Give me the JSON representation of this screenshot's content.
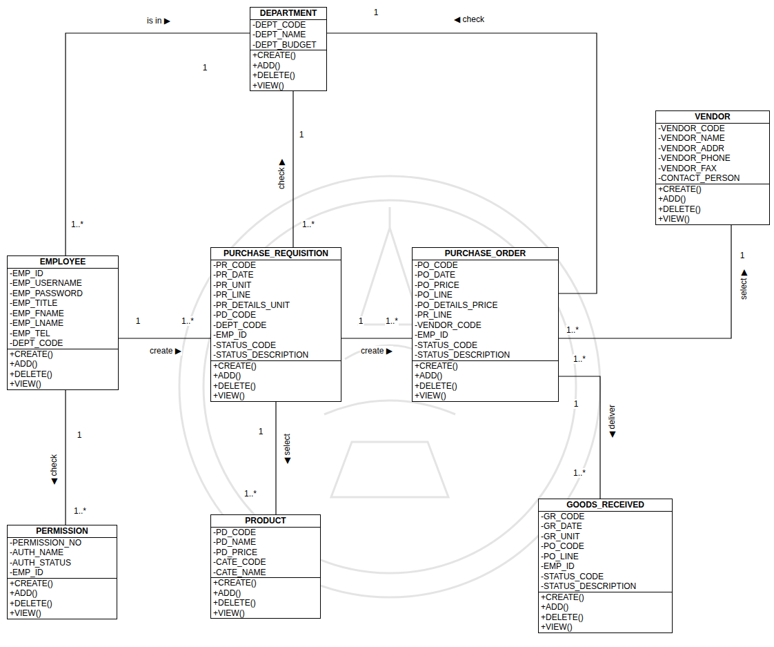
{
  "diagram": {
    "nodes": [
      {
        "text": [
          "DEPARTMENT",
          "-DEPT_CODE",
          "-DEPT_NAME",
          "-DEPT_BUDGET",
          "+CREATE()",
          "+ADD()",
          "+DELETE()",
          "+VIEW()"
        ]
      },
      {
        "text": [
          "VENDOR",
          "-VENDOR_CODE",
          "-VENDOR_NAME",
          "-VENDOR_ADDR",
          "-VENDOR_PHONE",
          "-VENDOR_FAX",
          "-CONTACT_PERSON",
          "+CREATE()",
          "+ADD()",
          "+DELETE()",
          "+VIEW()"
        ]
      },
      {
        "text": [
          "EMPLOYEE",
          "-EMP_ID",
          "-EMP_USERNAME",
          "-EMP_PASSWORD",
          "-EMP_TITLE",
          "-EMP_FNAME",
          "-EMP_LNAME",
          "-EMP_TEL",
          "-DEPT_CODE",
          "+CREATE()",
          "+ADD()",
          "+DELETE()",
          "+VIEW()"
        ]
      },
      {
        "text": [
          "PURCHASE_REQUISITION",
          "-PR_CODE",
          "-PR_DATE",
          "-PR_UNIT",
          "-PR_LINE",
          "-PR_DETAILS_UNIT",
          "-PD_CODE",
          "-DEPT_CODE",
          "-EMP_ID",
          "-STATUS_CODE",
          "-STATUS_DESCRIPTION",
          "+CREATE()",
          "+ADD()",
          "+DELETE()",
          "+VIEW()"
        ]
      },
      {
        "text": [
          "PURCHASE_ORDER",
          "-PO_CODE",
          "-PO_DATE",
          "-PO_PRICE",
          "-PO_LINE",
          "-PO_DETAILS_PRICE",
          "-PR_LINE",
          "-VENDOR_CODE",
          "-EMP_ID",
          "-STATUS_CODE",
          "-STATUS_DESCRIPTION",
          "+CREATE()",
          "+ADD()",
          "+DELETE()",
          "+VIEW()"
        ]
      },
      {
        "text": [
          "GOODS_RECEIVED",
          "-GR_CODE",
          "-GR_DATE",
          "-GR_UNIT",
          "-PO_CODE",
          "-PO_LINE",
          "-EMP_ID",
          "-STATUS_CODE",
          "-STATUS_DESCRIPTION",
          "+CREATE()",
          "+ADD()",
          "+DELETE()",
          "+VIEW()"
        ]
      },
      {
        "text": [
          "PRODUCT",
          "-PD_CODE",
          "-PD_NAME",
          "-PD_PRICE",
          "-CATE_CODE",
          "-CATE_NAME",
          "+CREATE()",
          "+ADD()",
          "+DELETE()",
          "+VIEW()"
        ]
      },
      {
        "text": [
          "PERMISSION",
          "-PERMISSION_NO",
          "-AUTH_NAME",
          "-AUTH_STATUS",
          "-EMP_ID",
          "+CREATE()",
          "+ADD()",
          "+DELETE()",
          "+VIEW()"
        ]
      }
    ],
    "edges": [
      {
        "from": 2,
        "to": 0,
        "label": "is in ▶",
        "arrow": "none"
      },
      {
        "from": 0,
        "to": 3,
        "label": "check ▶",
        "arrow": "none"
      },
      {
        "from": 0,
        "to": 4,
        "label": "◀ check",
        "arrow": "none"
      },
      {
        "from": 2,
        "to": 3,
        "label": "create ▶",
        "arrow": "none"
      },
      {
        "from": 3,
        "to": 4,
        "label": "create ▶",
        "arrow": "none"
      },
      {
        "from": 1,
        "to": 4,
        "label": "select ▶",
        "arrow": "none"
      },
      {
        "from": 4,
        "to": 5,
        "label": "◀ deliver",
        "arrow": "none"
      },
      {
        "from": 3,
        "to": 6,
        "label": "◀ select",
        "arrow": "none"
      },
      {
        "from": 2,
        "to": 7,
        "label": "◀ check",
        "arrow": "none"
      }
    ],
    "labels": [
      "1",
      "1",
      "1",
      "1..*",
      "1..*",
      "1",
      "1",
      "1..*",
      "1",
      "1..*",
      "1..*",
      "1..*",
      "1",
      "1",
      "1",
      "1..*",
      "1..*",
      "1..*"
    ]
  }
}
